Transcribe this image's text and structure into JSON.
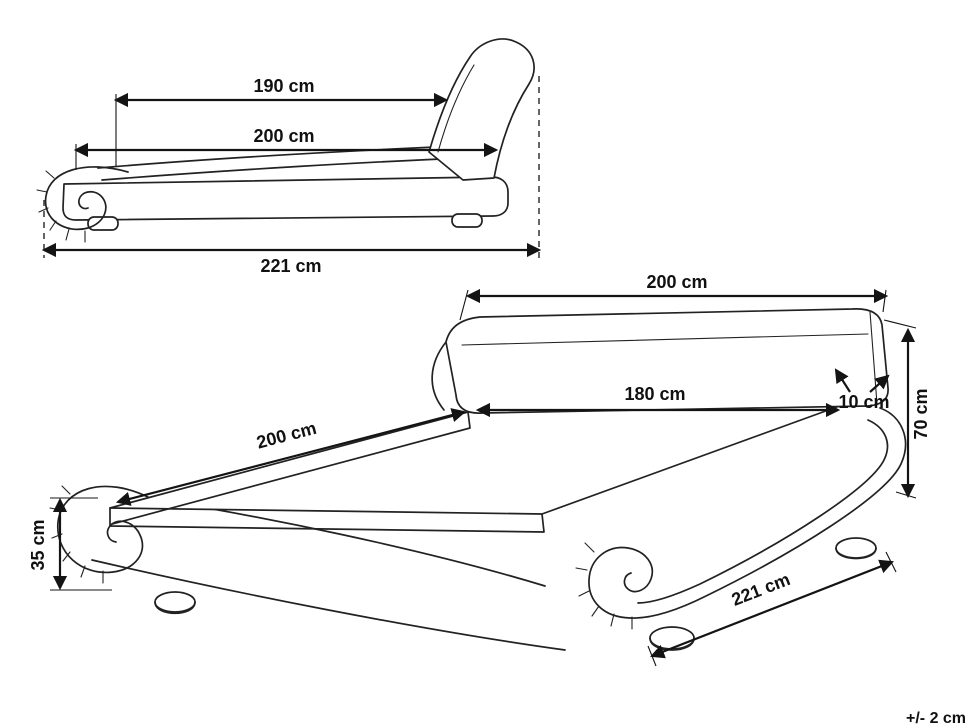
{
  "figure": {
    "subject": "bed-dimension-technical-drawing",
    "line_color": "#222222",
    "tolerance_note": "+/- 2 cm",
    "side_view": {
      "dim_headboard_width": "190 cm",
      "dim_sleep_length": "200 cm",
      "dim_total_length": "221 cm"
    },
    "perspective_view": {
      "dim_width_top": "200 cm",
      "dim_inner_width": "180 cm",
      "dim_headboard_thickness": "10 cm",
      "dim_headboard_height": "70 cm",
      "dim_sleep_length": "200 cm",
      "dim_frame_height": "35 cm",
      "dim_total_length": "221 cm"
    }
  }
}
